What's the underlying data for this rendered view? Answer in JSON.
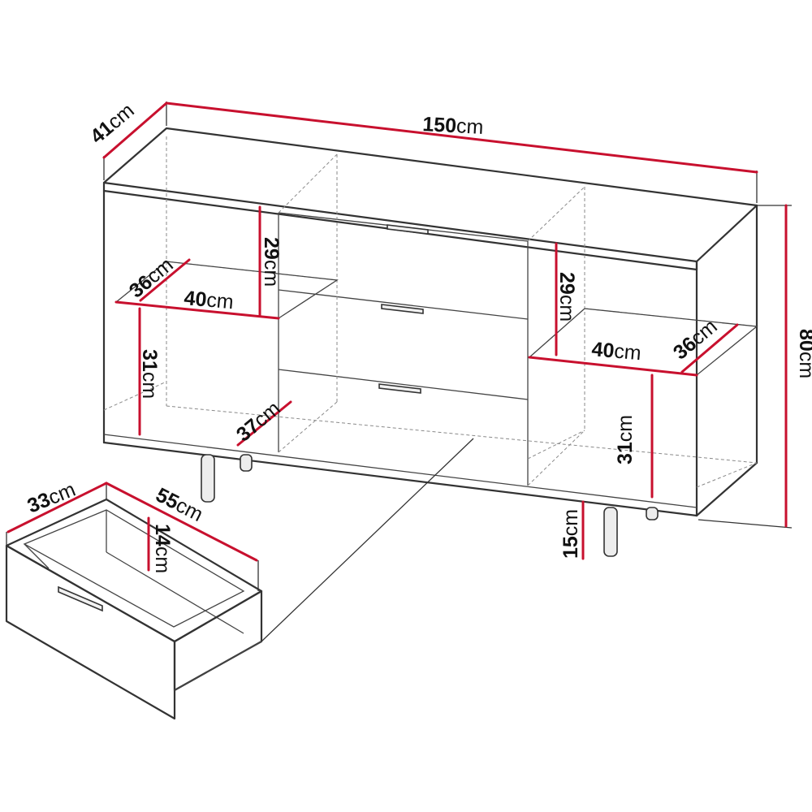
{
  "colors": {
    "outline": "#333333",
    "dimension": "#c8102e",
    "text": "#111111",
    "background": "#ffffff"
  },
  "labels": {
    "width_num": "150",
    "width_unit": "cm",
    "depth_num": "41",
    "depth_unit": "cm",
    "height_num": "80",
    "height_unit": "cm",
    "left_shelf_height_num": "29",
    "left_shelf_height_unit": "cm",
    "left_shelf_depth_num": "36",
    "left_shelf_depth_unit": "cm",
    "left_shelf_width_num": "40",
    "left_shelf_width_unit": "cm",
    "left_lower_height_num": "31",
    "left_lower_height_unit": "cm",
    "left_bottom_depth_num": "37",
    "left_bottom_depth_unit": "cm",
    "right_shelf_height_num": "29",
    "right_shelf_height_unit": "cm",
    "right_shelf_width_num": "40",
    "right_shelf_width_unit": "cm",
    "right_shelf_depth_num": "36",
    "right_shelf_depth_unit": "cm",
    "right_lower_height_num": "31",
    "right_lower_height_unit": "cm",
    "leg_height_num": "15",
    "leg_height_unit": "cm",
    "drawer_width_num": "33",
    "drawer_width_unit": "cm",
    "drawer_depth_num": "55",
    "drawer_depth_unit": "cm",
    "drawer_height_num": "14",
    "drawer_height_unit": "cm"
  }
}
